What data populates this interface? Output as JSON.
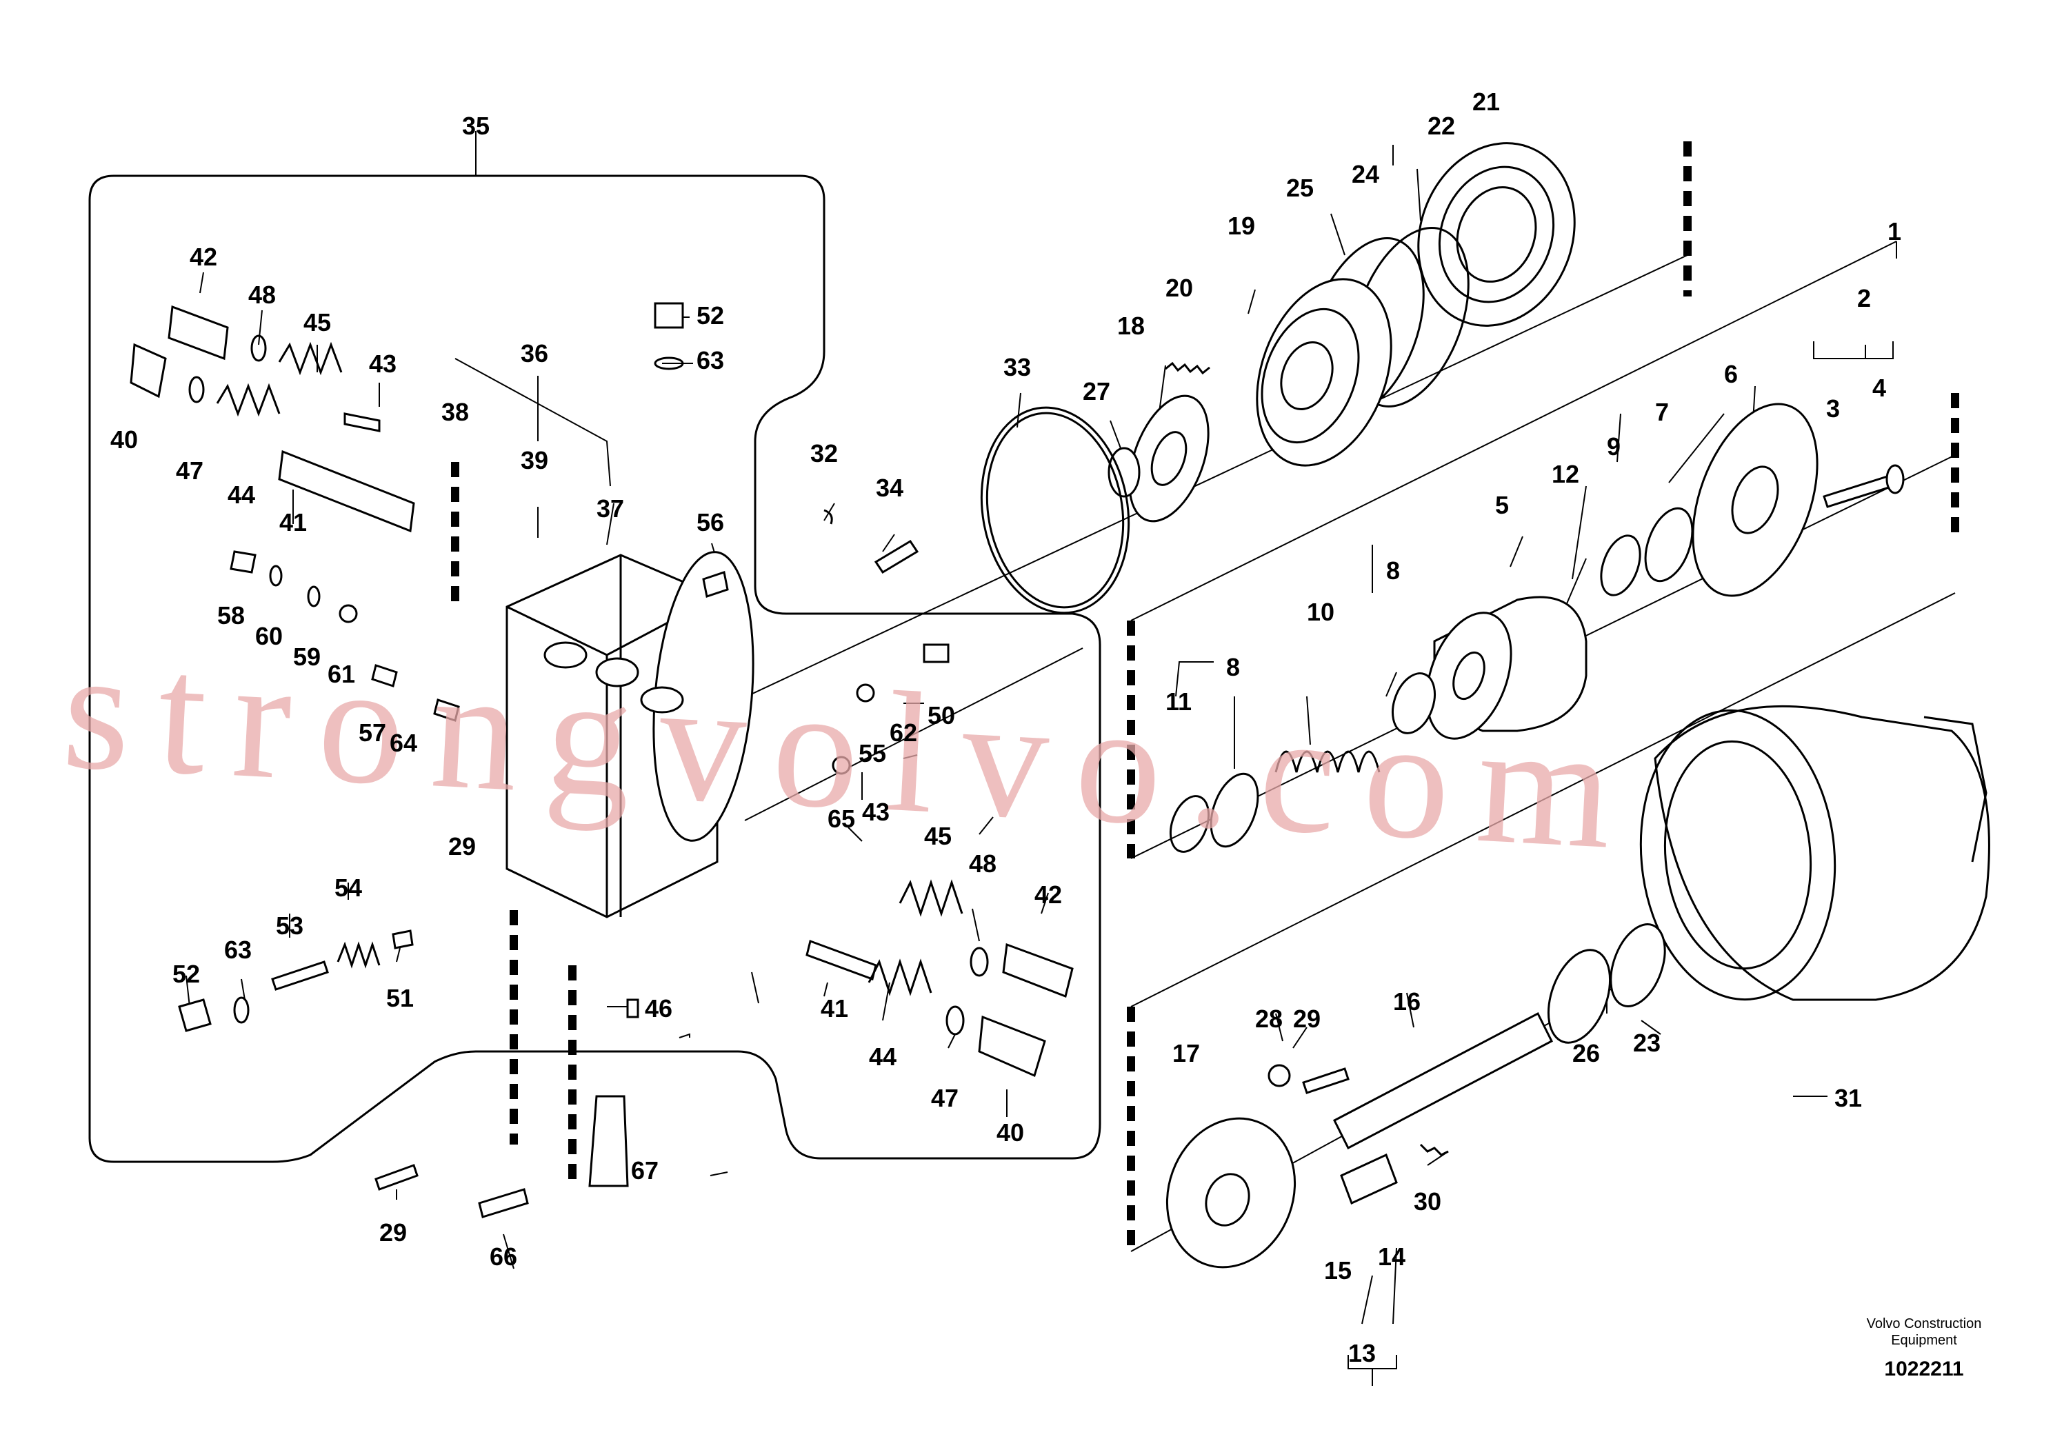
{
  "labels": {
    "l1": "1",
    "l2": "2",
    "l3": "3",
    "l4": "4",
    "l5": "5",
    "l6": "6",
    "l7": "7",
    "l8": "8",
    "l9": "9",
    "l10": "10",
    "l11": "11",
    "l12": "12",
    "l13": "13",
    "l14": "14",
    "l15": "15",
    "l16": "16",
    "l17": "17",
    "l18": "18",
    "l19": "19",
    "l20": "20",
    "l21": "21",
    "l22": "22",
    "l23": "23",
    "l24": "24",
    "l25": "25",
    "l26": "26",
    "l27": "27",
    "l28": "28",
    "l29": "29",
    "l30": "30",
    "l31": "31",
    "l32": "32",
    "l33": "33",
    "l34": "34",
    "l35": "35",
    "l36": "36",
    "l37": "37",
    "l38": "38",
    "l39": "39",
    "l40": "40",
    "l41": "41",
    "l42": "42",
    "l43": "43",
    "l44": "44",
    "l45": "45",
    "l46": "46",
    "l47": "47",
    "l48": "48",
    "l50": "50",
    "l51": "51",
    "l52": "52",
    "l53": "53",
    "l54": "54",
    "l55": "55",
    "l56": "56",
    "l57": "57",
    "l58": "58",
    "l59": "59",
    "l60": "60",
    "l61": "61",
    "l62": "62",
    "l63": "63",
    "l64": "64",
    "l65": "65",
    "l66": "66",
    "l67": "67"
  },
  "watermark": "strongvolvo.com",
  "brand_line1": "Volvo Construction",
  "brand_line2": "Equipment",
  "drawing_number": "1022211"
}
